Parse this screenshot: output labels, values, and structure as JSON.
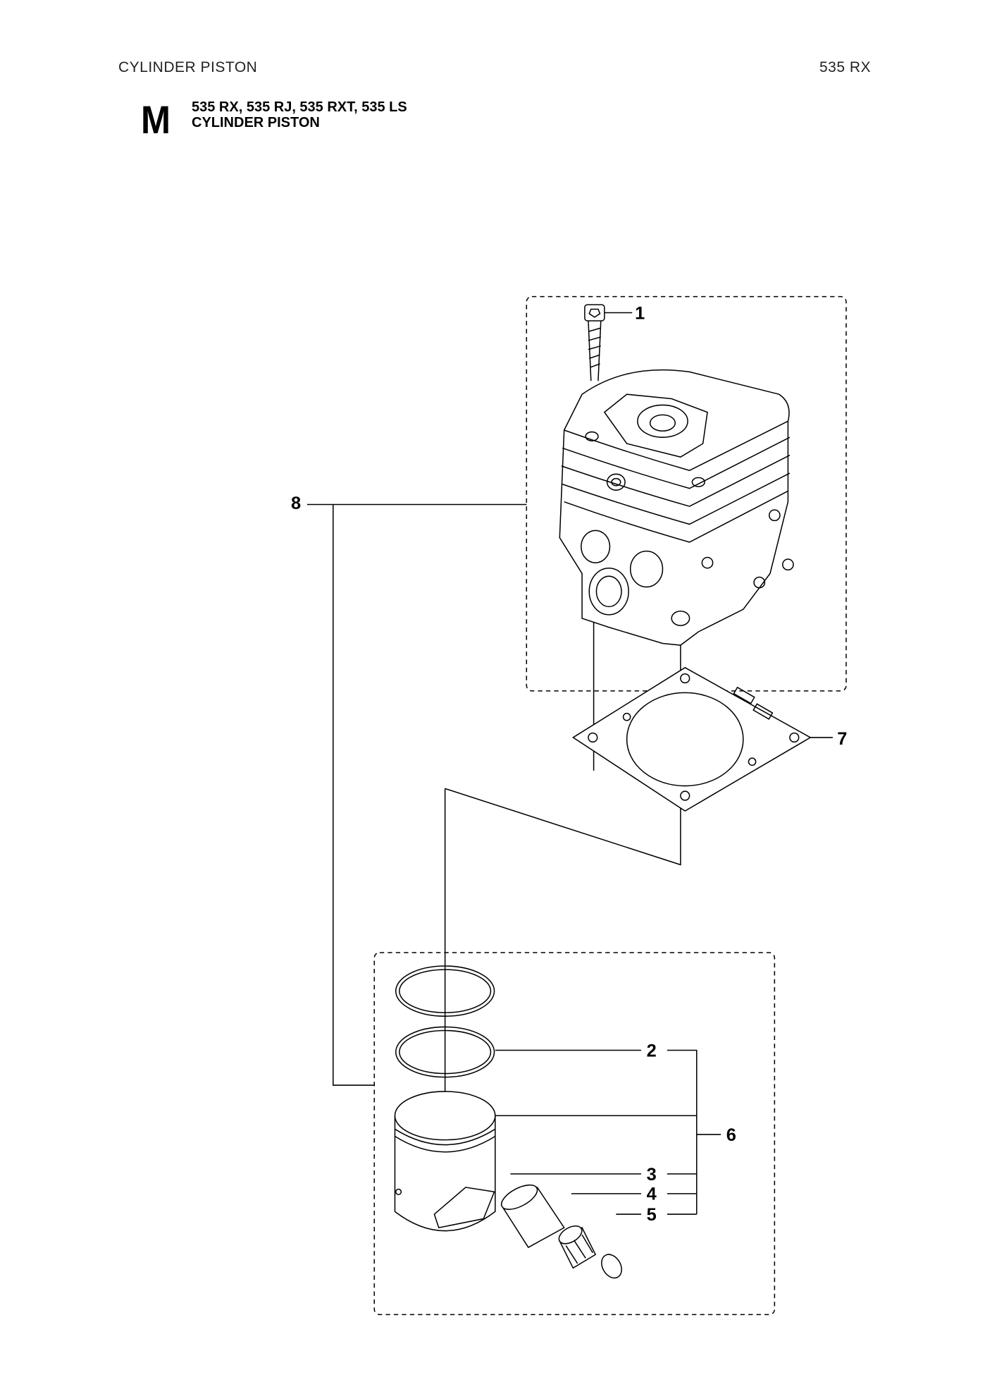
{
  "header": {
    "section": "CYLINDER PISTON",
    "model": "535 RX"
  },
  "title_block": {
    "letter": "M",
    "models": "535 RX, 535 RJ, 535 RXT, 535 LS",
    "title": "CYLINDER PISTON"
  },
  "callouts": [
    "1",
    "2",
    "3",
    "4",
    "5",
    "6",
    "7",
    "8"
  ]
}
